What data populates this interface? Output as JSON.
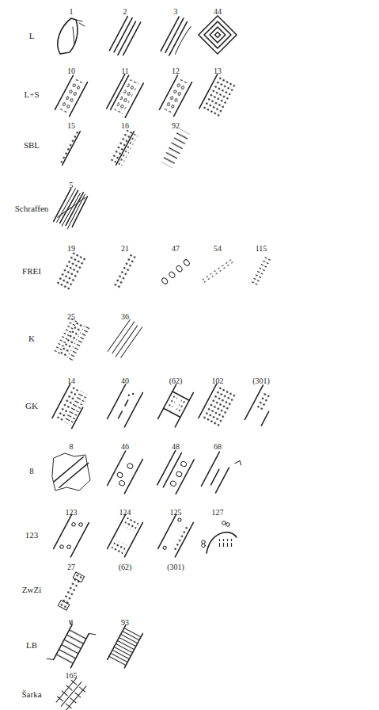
{
  "diagram": {
    "labels": [
      "L",
      "1",
      "2",
      "3",
      "44",
      "L+S",
      "10",
      "11",
      "12",
      "13",
      "SBL",
      "15",
      "16",
      "92",
      "Schraffen",
      "5",
      "FREI",
      "19",
      "21",
      "47",
      "54",
      "115",
      "K",
      "25",
      "36",
      "GK",
      "14",
      "40",
      "(62)",
      "102",
      "(301)",
      "8",
      "8",
      "46",
      "48",
      "68",
      "123",
      "123",
      "124",
      "125",
      "127",
      "ZwZi",
      "27",
      "(62)",
      "(301)",
      "LB",
      "4",
      "93",
      "Šarka",
      "165"
    ]
  }
}
